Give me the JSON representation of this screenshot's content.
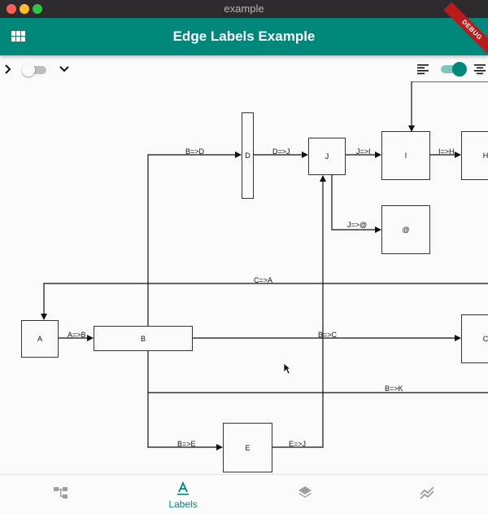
{
  "window": {
    "title": "example"
  },
  "appbar": {
    "title": "Edge Labels Example",
    "debug": "DEBUG"
  },
  "colors": {
    "primary": "#00897b",
    "titlebar": "#2d2b2e"
  },
  "toolbar": {
    "left_switch": "off",
    "right_switch": "on",
    "icons": [
      "chevron-right-icon",
      "chevron-down-icon",
      "align-left-icon",
      "align-center-icon"
    ]
  },
  "graph": {
    "nodes": {
      "A": "A",
      "B": "B",
      "C": "C",
      "D": "D",
      "E": "E",
      "J": "J",
      "I": "I",
      "H": "H",
      "AT": "@"
    },
    "edges": {
      "b_d": "B=>D",
      "d_j": "D=>J",
      "j_i": "J=>I",
      "i_h": "I=>H",
      "j_at": "J=>@",
      "c_a": "C=>A",
      "a_b": "A=>B",
      "b_c": "B=>C",
      "b_k": "B=>K",
      "b_e": "B=>E",
      "e_j": "E=>J"
    }
  },
  "bottomnav": {
    "items": [
      {
        "icon": "tree-icon",
        "label": ""
      },
      {
        "icon": "text-a-icon",
        "label": "Labels",
        "selected": true
      },
      {
        "icon": "layers-icon",
        "label": ""
      },
      {
        "icon": "chart-icon",
        "label": ""
      }
    ]
  }
}
